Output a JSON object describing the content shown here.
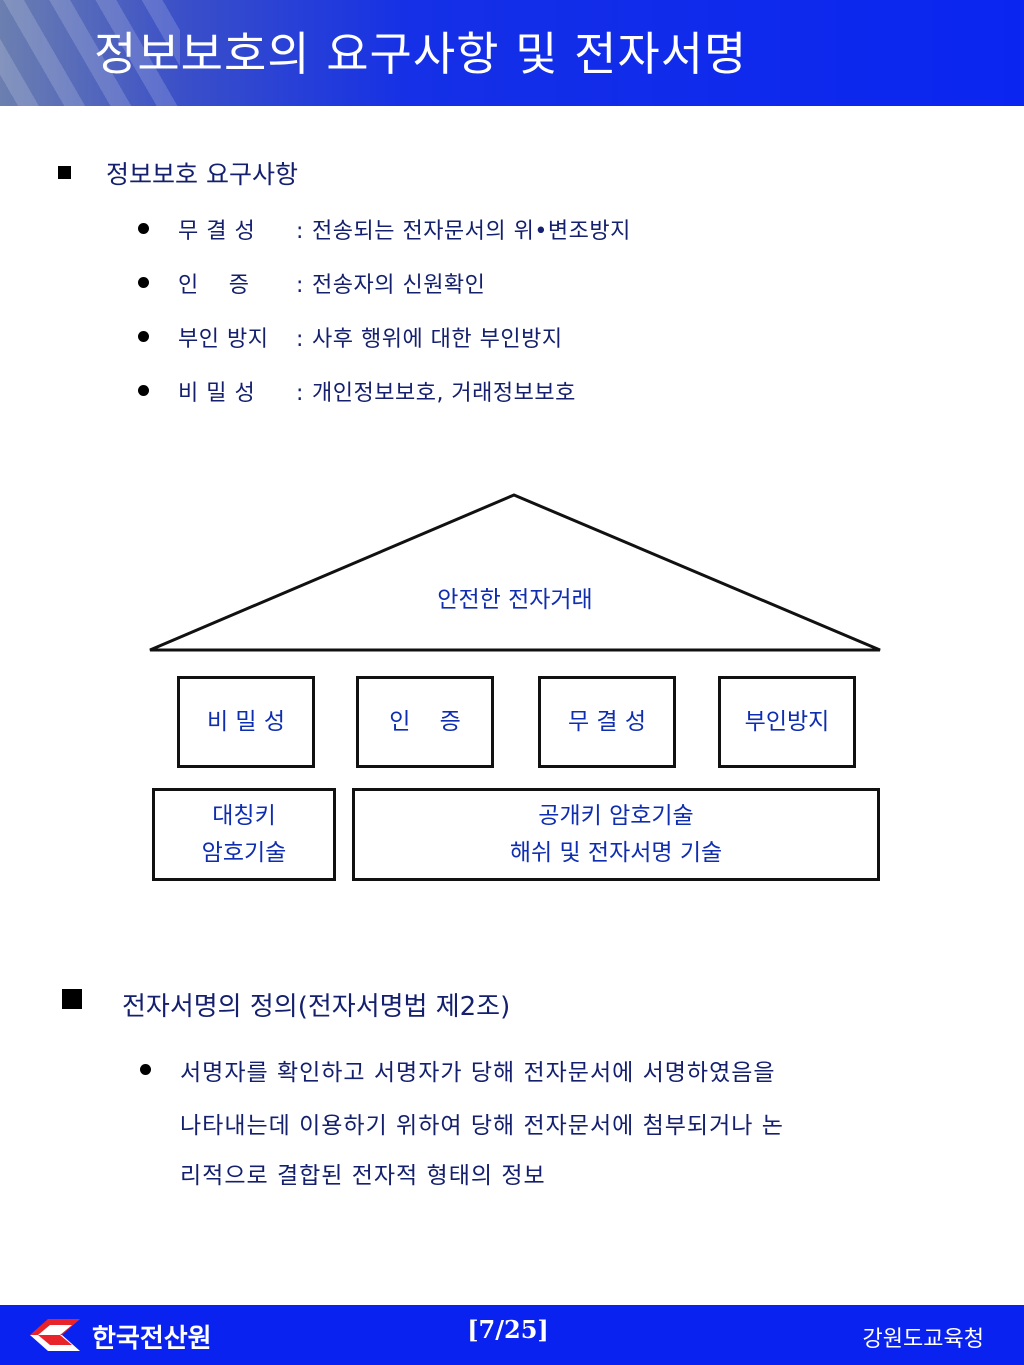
{
  "header": {
    "title": "정보보호의 요구사항 및 전자서명"
  },
  "section1": {
    "heading": "정보보호 요구사항",
    "items": [
      {
        "key": "무 결 성",
        "colon": ":",
        "value": "전송되는 전자문서의 위•변조방지"
      },
      {
        "key": "인    증",
        "colon": ":",
        "value": "전송자의 신원확인"
      },
      {
        "key": "부인 방지",
        "colon": ":",
        "value": "사후 행위에 대한 부인방지"
      },
      {
        "key": "비 밀 성",
        "colon": ":",
        "value": "개인정보보호, 거래정보보호"
      }
    ]
  },
  "diagram": {
    "roof": "안전한 전자거래",
    "pillars": [
      "비 밀 성",
      "인    증",
      "무 결 성",
      "부인방지"
    ],
    "base_left": [
      "대칭키",
      "암호기술"
    ],
    "base_right": [
      "공개키 암호기술",
      "해쉬 및 전자서명 기술"
    ]
  },
  "section2": {
    "heading": "전자서명의 정의(전자서명법 제2조)",
    "lines": [
      "서명자를 확인하고 서명자가 당해 전자문서에 서명하였음을",
      "나타내는데 이용하기 위하여 당해 전자문서에 첨부되거나 논",
      "리적으로 결합된 전자적 형태의 정보"
    ]
  },
  "footer": {
    "org": "한국전산원",
    "page": "[7/25]",
    "right": "강원도교육청"
  },
  "colors": {
    "header_blue": "#0a25f0",
    "text_navy": "#14206e",
    "diagram_blue": "#0f2db0"
  },
  "icons": [
    "square-bullet-icon",
    "round-bullet-icon",
    "diamond-logo-icon"
  ]
}
